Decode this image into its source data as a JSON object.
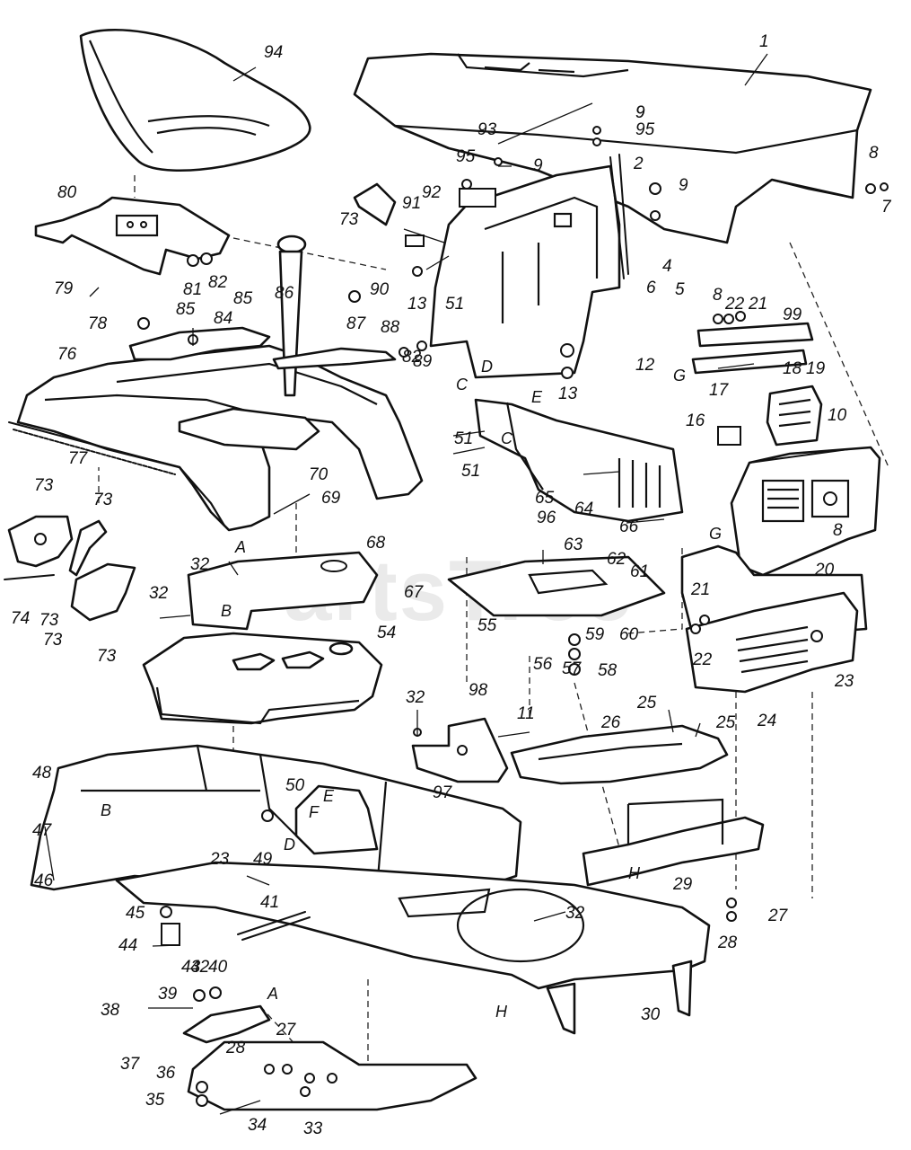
{
  "watermark": "PartsTree",
  "parts": [
    "1",
    "2",
    "4",
    "5",
    "6",
    "7",
    "8",
    "8",
    "8",
    "9",
    "9",
    "9",
    "9",
    "10",
    "11",
    "12",
    "13",
    "13",
    "16",
    "17",
    "18",
    "19",
    "20",
    "21",
    "21",
    "22",
    "22",
    "23",
    "23",
    "24",
    "25",
    "25",
    "26",
    "27",
    "27",
    "28",
    "28",
    "29",
    "30",
    "32",
    "32",
    "32",
    "32",
    "33",
    "34",
    "35",
    "36",
    "37",
    "38",
    "39",
    "40",
    "41",
    "42",
    "43",
    "44",
    "45",
    "46",
    "47",
    "48",
    "49",
    "50",
    "51",
    "51",
    "51",
    "54",
    "55",
    "56",
    "57",
    "58",
    "59",
    "60",
    "61",
    "62",
    "63",
    "64",
    "65",
    "66",
    "67",
    "68",
    "69",
    "70",
    "73",
    "73",
    "73",
    "73",
    "73",
    "73",
    "74",
    "76",
    "77",
    "78",
    "79",
    "80",
    "81",
    "82",
    "82",
    "84",
    "85",
    "85",
    "86",
    "87",
    "88",
    "89",
    "90",
    "91",
    "92",
    "93",
    "94",
    "95",
    "95",
    "96",
    "97",
    "98",
    "99"
  ],
  "refs": [
    "A",
    "A",
    "B",
    "B",
    "C",
    "C",
    "D",
    "D",
    "E",
    "E",
    "F",
    "G",
    "G",
    "H",
    "H"
  ]
}
